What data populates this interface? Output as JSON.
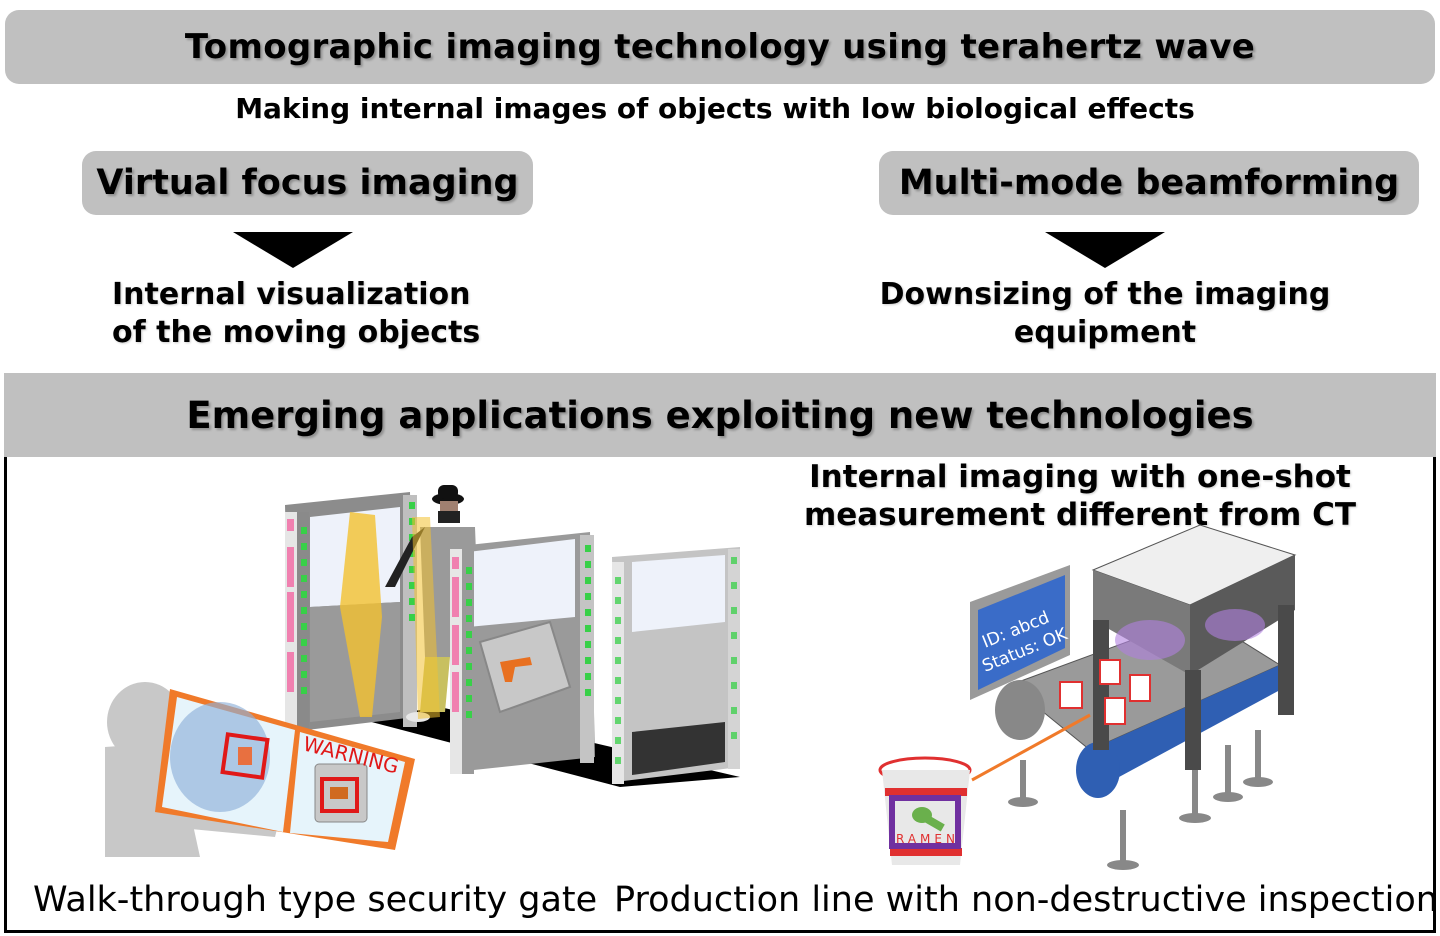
{
  "header": {
    "title": "Tomographic imaging technology using terahertz wave",
    "subtitle": "Making internal images of objects with low biological effects"
  },
  "technologies": [
    {
      "name": "Virtual focus imaging",
      "result_line1": "Internal visualization",
      "result_line2": "of the moving objects"
    },
    {
      "name": "Multi-mode beamforming",
      "result_line1": "Downsizing of the imaging",
      "result_line2": "equipment"
    }
  ],
  "applications": {
    "heading": "Emerging applications exploiting new technologies",
    "production_note_line1": "Internal imaging with one-shot",
    "production_note_line2": "measurement different from CT",
    "security_gate": {
      "caption": "Walk-through type security gate",
      "monitor_warning": "WARNING"
    },
    "production_line": {
      "caption": "Production line with non-destructive inspection",
      "display_line1": "ID: abcd",
      "display_line2": "Status: OK",
      "cup_label": "RAMEN"
    }
  },
  "colors": {
    "box_gray": "#c0c0c0",
    "warning_red": "#e01818",
    "monitor_orange": "#f07a2a",
    "display_blue": "#3a6cc8",
    "conveyor_blue": "#2f5fb3",
    "sensor_green": "#38d048",
    "sensor_pink": "#f080b0",
    "inspection_purple": "#7030a0"
  }
}
